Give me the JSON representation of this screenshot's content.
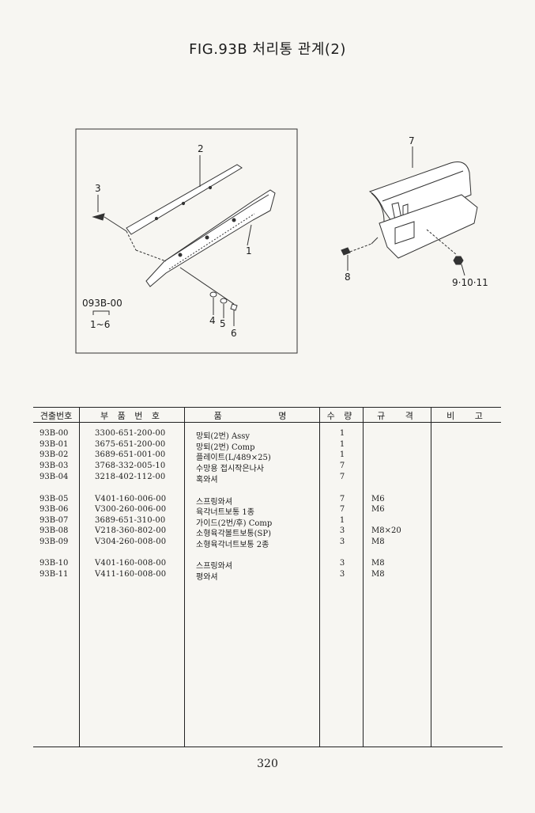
{
  "title": "FIG.93B 처리통 관계(2)",
  "figure": {
    "callouts": [
      "1",
      "2",
      "3",
      "4",
      "5",
      "6",
      "7",
      "8",
      "9·10·11"
    ],
    "assembly_ref": "093B-00",
    "assembly_range": "1~6"
  },
  "table": {
    "headers": [
      "견출번호",
      "부 품 번 호",
      "품 명",
      "수 량",
      "규 격",
      "비 고"
    ],
    "rows": [
      {
        "ref": "93B-00",
        "part": "3300-651-200-00",
        "name": "망퇴(2번) Assy",
        "qty": "1",
        "spec": ""
      },
      {
        "ref": "93B-01",
        "part": "3675-651-200-00",
        "name": "망퇴(2번) Comp",
        "qty": "1",
        "spec": ""
      },
      {
        "ref": "93B-02",
        "part": "3689-651-001-00",
        "name": "플레이트(L/489×25)",
        "qty": "1",
        "spec": ""
      },
      {
        "ref": "93B-03",
        "part": "3768-332-005-10",
        "name": "수망용 접시작은나사",
        "qty": "7",
        "spec": ""
      },
      {
        "ref": "93B-04",
        "part": "3218-402-112-00",
        "name": "혹와셔",
        "qty": "7",
        "spec": ""
      },
      {
        "ref": "93B-05",
        "part": "V401-160-006-00",
        "name": "스프링와셔",
        "qty": "7",
        "spec": "M6"
      },
      {
        "ref": "93B-06",
        "part": "V300-260-006-00",
        "name": "육각너트보통 1종",
        "qty": "7",
        "spec": "M6"
      },
      {
        "ref": "93B-07",
        "part": "3689-651-310-00",
        "name": "가이드(2번/후) Comp",
        "qty": "1",
        "spec": ""
      },
      {
        "ref": "93B-08",
        "part": "V218-360-802-00",
        "name": "소형육각볼트보통(SP)",
        "qty": "3",
        "spec": "M8×20"
      },
      {
        "ref": "93B-09",
        "part": "V304-260-008-00",
        "name": "소형육각너트보통 2종",
        "qty": "3",
        "spec": "M8"
      },
      {
        "ref": "93B-10",
        "part": "V401-160-008-00",
        "name": "스프링와셔",
        "qty": "3",
        "spec": "M8"
      },
      {
        "ref": "93B-11",
        "part": "V411-160-008-00",
        "name": "평와셔",
        "qty": "3",
        "spec": "M8"
      }
    ]
  },
  "page_number": "320"
}
